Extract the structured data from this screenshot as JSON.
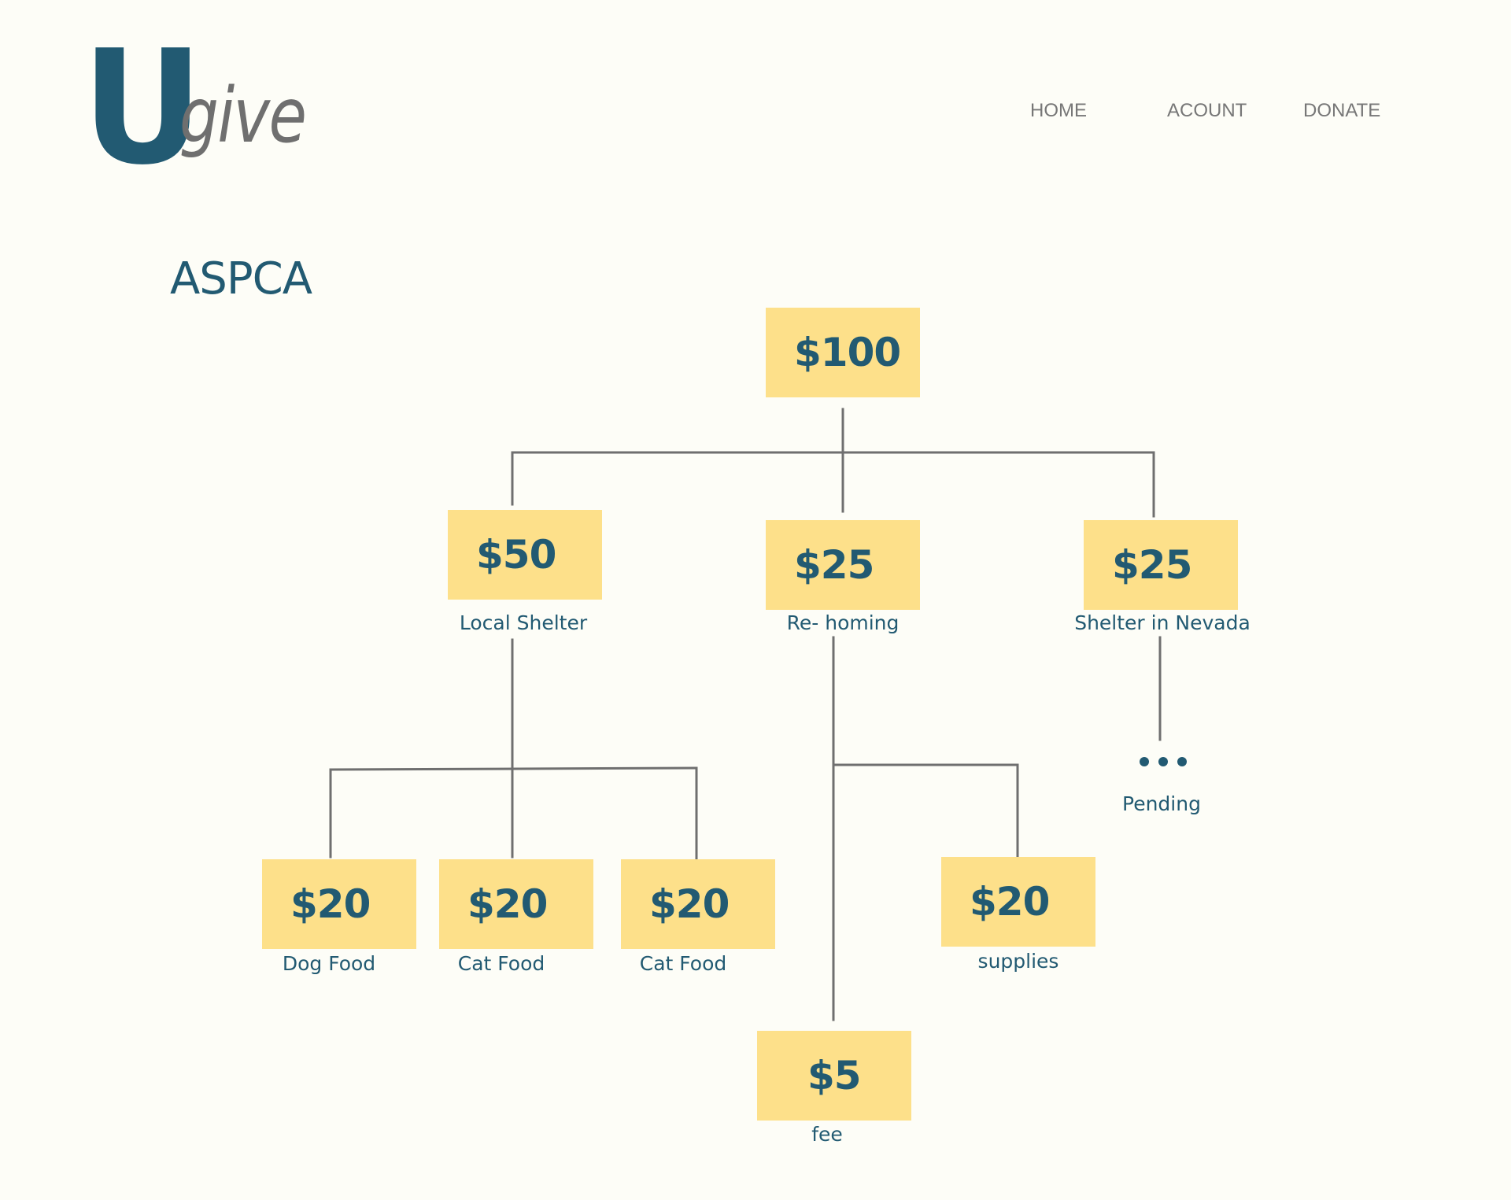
{
  "header": {
    "logo_letter": "U",
    "logo_word": "give",
    "nav": {
      "home": "HOME",
      "account": "ACOUNT",
      "donate": "DONATE"
    }
  },
  "organization": {
    "name": "ASPCA"
  },
  "tree": {
    "root": {
      "amount": "$100"
    },
    "local_shelter": {
      "amount": "$50",
      "label": "Local Shelter"
    },
    "rehoming": {
      "amount": "$25",
      "label": "Re- homing"
    },
    "nevada_shelter": {
      "amount": "$25",
      "label": "Shelter in Nevada"
    },
    "dog_food": {
      "amount": "$20",
      "label": "Dog Food"
    },
    "cat_food_1": {
      "amount": "$20",
      "label": "Cat Food"
    },
    "cat_food_2": {
      "amount": "$20",
      "label": "Cat Food"
    },
    "supplies": {
      "amount": "$20",
      "label": "supplies"
    },
    "fee": {
      "amount": "$5",
      "label": "fee"
    },
    "pending": {
      "label": "Pending"
    }
  },
  "colors": {
    "background": "#fdfdf7",
    "brand": "#225a72",
    "box": "#fde08a",
    "connector": "#6f6f6f",
    "nav": "#777777"
  }
}
